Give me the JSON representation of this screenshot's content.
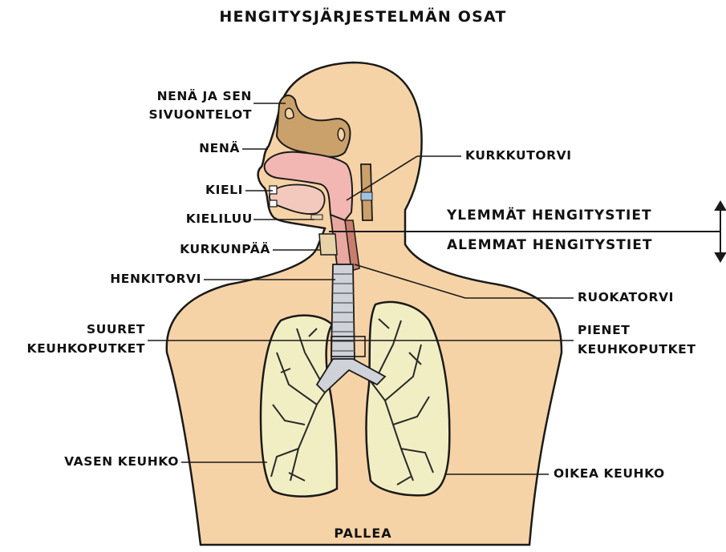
{
  "title": "HENGITYSJÄRJESTELMÄN OSAT",
  "labels": {
    "nena_ja_sen": "NENÄ JA SEN",
    "sivuontelot": "SIVUONTELOT",
    "nena": "NENÄ",
    "kieli": "KIELI",
    "kieliluu": "KIELILUU",
    "kurkunpaa": "KURKUNPÄÄ",
    "henkitorvi": "HENKITORVI",
    "suuret": "SUURET",
    "keuhkoputket": "KEUHKOPUTKET",
    "vasen_keuhko": "VASEN KEUHKO",
    "kurkkutorvi": "KURKKUTORVI",
    "ylemmat": "YLEMMÄT HENGITYSTIET",
    "alemmat": "ALEMMAT HENGITYSTIET",
    "ruokatorvi": "RUOKATORVI",
    "pienet": "PIENET",
    "keuhkoputket_r": "KEUHKOPUTKET",
    "oikea_keuhko": "OIKEA KEUHKO",
    "pallea": "PALLEA"
  },
  "colors": {
    "skin": "#f6d3a6",
    "bone": "#caa06b",
    "airway": "#f2b7b2",
    "lung": "#f2eec4",
    "trachea": "#cfd3d9",
    "esophagus": "#c97d6c",
    "outline": "#1a1a1a"
  }
}
